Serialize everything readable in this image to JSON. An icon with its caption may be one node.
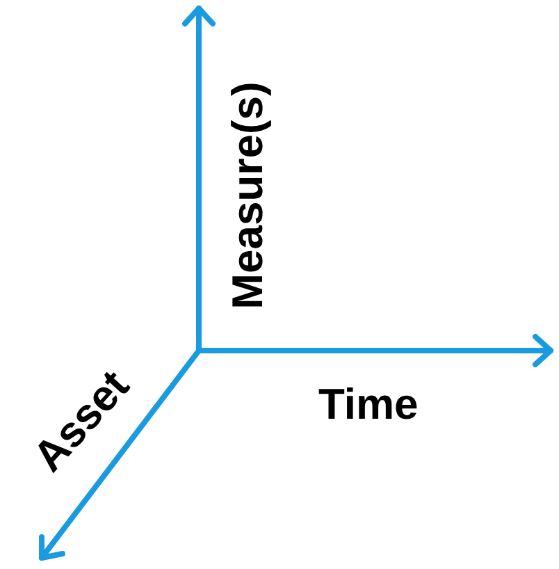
{
  "diagram": {
    "labels": [
      "Measure(s)",
      "Time",
      "Asset"
    ]
  }
}
